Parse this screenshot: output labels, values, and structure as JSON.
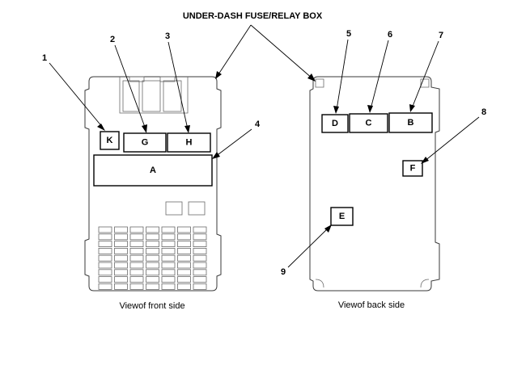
{
  "title": "UNDER-DASH FUSE/RELAY BOX",
  "front_caption": "Viewof front side",
  "back_caption": "Viewof back side",
  "front_boxes": {
    "k": "K",
    "g": "G",
    "h": "H",
    "a": "A"
  },
  "back_boxes": {
    "d": "D",
    "c": "C",
    "b": "B",
    "f": "F",
    "e": "E"
  },
  "callouts": [
    "1",
    "2",
    "3",
    "4",
    "5",
    "6",
    "7",
    "8",
    "9"
  ]
}
